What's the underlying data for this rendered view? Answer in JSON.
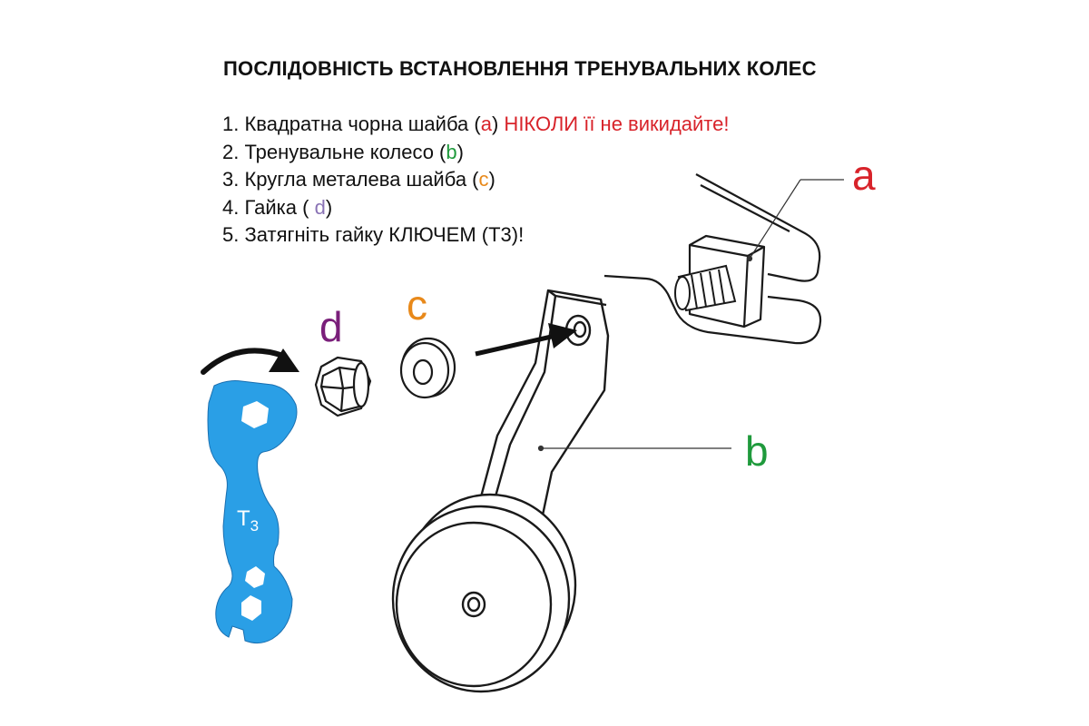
{
  "title": "ПОСЛІДОВНІСТЬ ВСТАНОВЛЕННЯ ТРЕНУВАЛЬНИХ КОЛЕС",
  "steps": [
    {
      "pre": "1. Квадратна чорна шайба (",
      "letter": "a",
      "post": ")",
      "warning": " НІКОЛИ її не викидайте!"
    },
    {
      "pre": "2. Тренувальне колесо (",
      "letter": "b",
      "post": ")"
    },
    {
      "pre": "3. Кругла металева шайба (",
      "letter": "c",
      "post": ")"
    },
    {
      "pre": "4. Гайка ( ",
      "letter": "d",
      "post": ")"
    },
    {
      "pre": "5. Затягніть гайку КЛЮЧЕМ (Т3)!"
    }
  ],
  "labels": {
    "a": "a",
    "b": "b",
    "c": "c",
    "d": "d"
  },
  "wrench": {
    "mark": "T",
    "mark_sub": "3",
    "color": "#2a9fe6"
  },
  "colors": {
    "a": "#d8232a",
    "b": "#1f9a3c",
    "c": "#e8891a",
    "d": "#7a1f7a",
    "outline": "#1a1a1a"
  },
  "icons": [
    "wrench-icon",
    "nut-icon",
    "washer-icon",
    "training-wheel-icon",
    "bolt-icon",
    "square-washer-icon",
    "rotate-arrow-icon"
  ]
}
